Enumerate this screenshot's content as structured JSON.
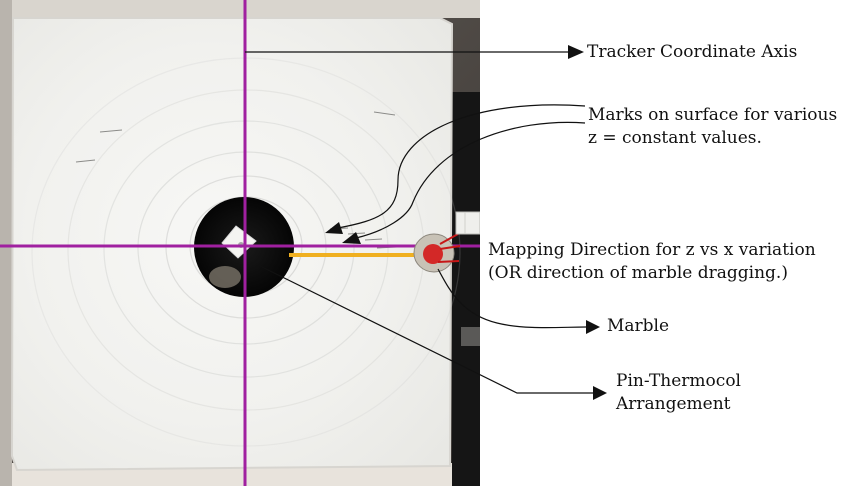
{
  "image": {
    "type": "annotated-photo"
  },
  "labels": {
    "tracker_axis": "Tracker Coordinate Axis",
    "marks_line_1": "Marks on surface for various",
    "marks_line_2": "z = constant values.",
    "mapping_line_1": "Mapping Direction for z vs x variation",
    "mapping_line_2": "(OR direction of marble dragging.)",
    "marble": "Marble",
    "pin_line_1": "Pin-Thermocol",
    "pin_line_2": "Arrangement"
  },
  "colors": {
    "axis_line": "#a020a0",
    "drag_arrow": "#f0b020",
    "marble_red": "#d42020",
    "background_photo": "#4e4b49",
    "surface_white": "#f3f2ef",
    "center_hole": "#111111"
  }
}
